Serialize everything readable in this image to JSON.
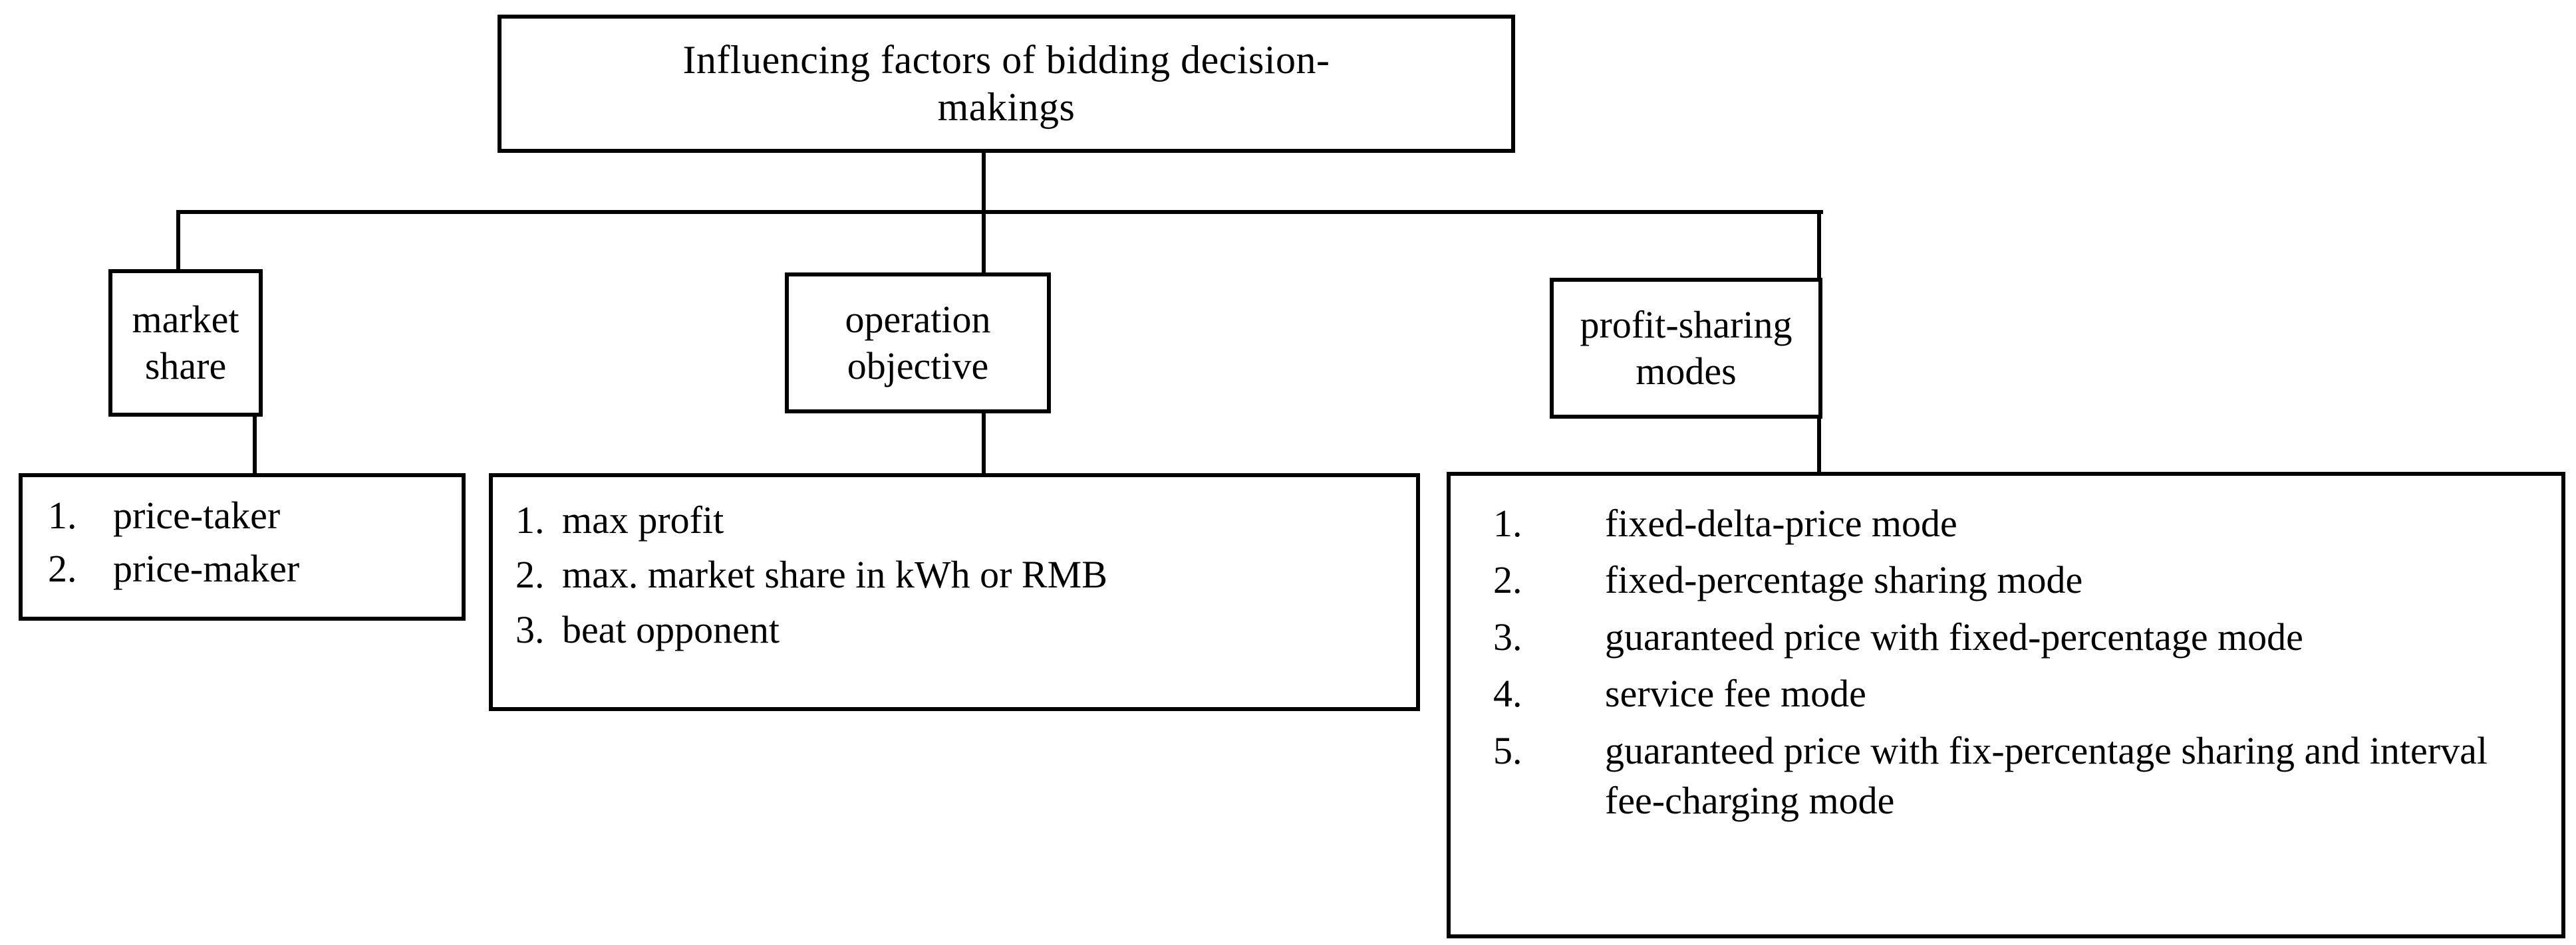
{
  "diagram": {
    "title": "Influencing factors of bidding decision-makings",
    "root": {
      "line1": "Influencing  factors  of  bidding  decision-",
      "line2": "makings"
    },
    "branches": [
      {
        "key": "market-share",
        "heading_line1": "market",
        "heading_line2": "share",
        "items": [
          {
            "number": "1.",
            "text": "price-taker"
          },
          {
            "number": "2.",
            "text": "price-maker"
          }
        ]
      },
      {
        "key": "operation-objective",
        "heading_line1": "operation",
        "heading_line2": "objective",
        "items": [
          {
            "number": "1.",
            "text": "max profit"
          },
          {
            "number": "2.",
            "text": "max. market share in kWh or RMB"
          },
          {
            "number": "3.",
            "text": "beat opponent"
          }
        ]
      },
      {
        "key": "profit-sharing-modes",
        "heading_line1": "profit-sharing",
        "heading_line2": "modes",
        "items": [
          {
            "number": "1.",
            "text": "fixed-delta-price  mode"
          },
          {
            "number": "2.",
            "text": "fixed-percentage  sharing  mode"
          },
          {
            "number": "3.",
            "text": "guaranteed  price  with  fixed-percentage  mode"
          },
          {
            "number": "4.",
            "text": "service  fee  mode"
          },
          {
            "number": "5.",
            "text": "guaranteed  price  with  fix-percentage  sharing  and  interval  fee-charging  mode"
          }
        ]
      }
    ],
    "colors": {
      "stroke": "#000000",
      "background": "#ffffff",
      "text": "#000000"
    }
  }
}
